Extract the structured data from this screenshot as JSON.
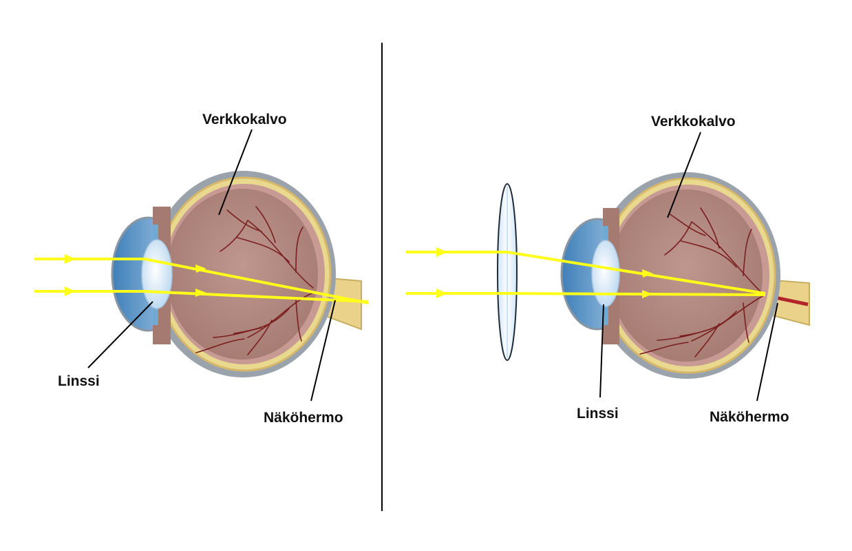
{
  "panels": [
    {
      "id": "left",
      "labels": {
        "retina": "Verkkokalvo",
        "lens": "Linssi",
        "optic_nerve": "Näköhermo"
      }
    },
    {
      "id": "right",
      "labels": {
        "retina": "Verkkokalvo",
        "lens": "Linssi",
        "optic_nerve": "Näköhermo"
      }
    }
  ],
  "colors": {
    "light_ray": "#ffff1a",
    "eyeball_interior": "#b58b82",
    "sclera": "#9aa2ab",
    "retina_layer": "#e9d98f",
    "cornea": "#7fb3d8",
    "lens": "#dcebfa",
    "vessels": "#7a1e1e",
    "optic_nerve": "#ead28a",
    "divider": "#000000"
  }
}
